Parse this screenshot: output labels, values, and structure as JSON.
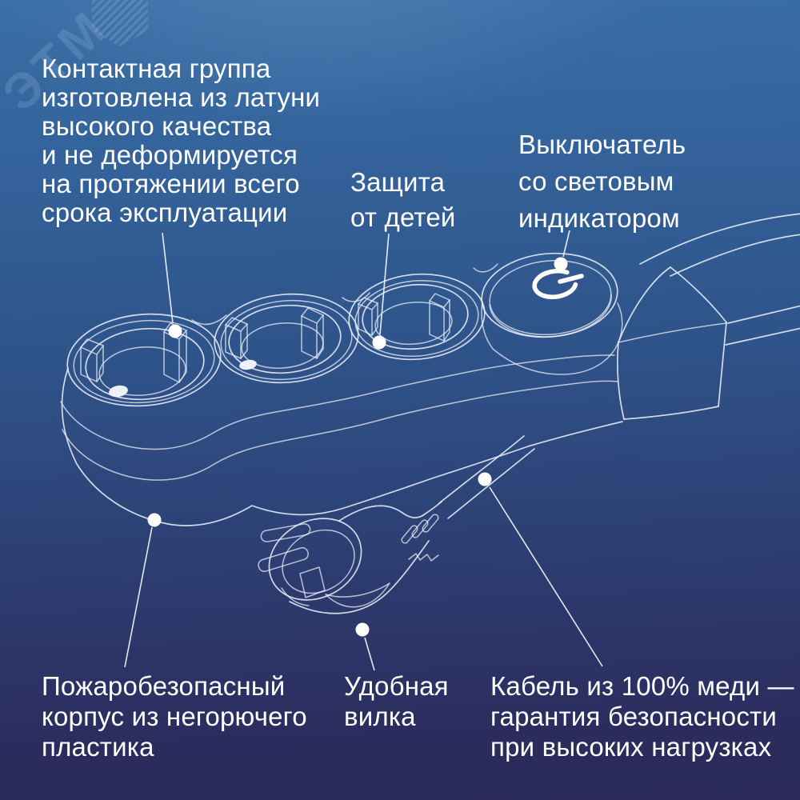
{
  "watermark": {
    "text": "ЭТМ",
    "logo_icon": "etm-striped-hexagon"
  },
  "colors": {
    "background_top": "#3a6fa6",
    "background_bottom": "#2a2958",
    "line_art": "#e9eef7",
    "text": "#ffffff"
  },
  "diagram": {
    "subject": "four-module power strip line drawing with switch and europlug",
    "switch_symbol": "power-icon"
  },
  "annotations": {
    "contact_group": {
      "lines": [
        "Контактная группа",
        "изготовлена из латуни",
        "высокого качества",
        "и не деформируется",
        "на протяжении всего",
        "срока эксплуатации"
      ]
    },
    "child_protection": {
      "lines": [
        "Защита",
        "от детей"
      ]
    },
    "switch_indicator": {
      "lines": [
        "Выключатель",
        "со световым",
        "индикатором"
      ]
    },
    "housing": {
      "lines": [
        "Пожаробезопасный",
        "корпус из негорючего",
        "пластика"
      ]
    },
    "plug": {
      "lines": [
        "Удобная",
        "вилка"
      ]
    },
    "cable": {
      "lines": [
        "Кабель из 100% меди —",
        "гарантия безопасности",
        "при высоких нагрузках"
      ]
    }
  }
}
